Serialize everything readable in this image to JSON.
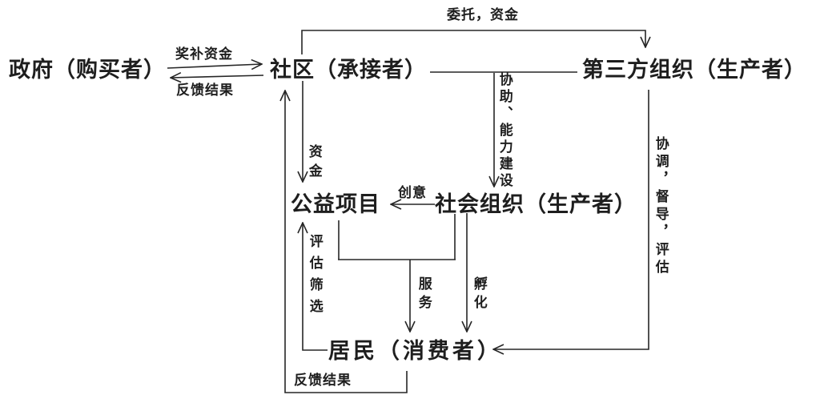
{
  "colors": {
    "background": "#ffffff",
    "ink": "#262626"
  },
  "nodes": {
    "government": {
      "label": "政府（购买者）"
    },
    "community": {
      "label": "社区（承接者）"
    },
    "third_party": {
      "label": "第三方组织（生产者）"
    },
    "welfare_project": {
      "label": "公益项目"
    },
    "social_org": {
      "label": "社会组织（生产者）"
    },
    "residents": {
      "label": "居民（消费者）"
    }
  },
  "edges": [
    {
      "id": "reward-funds",
      "from": "government",
      "to": "community",
      "label": "奖补资金",
      "style": "arrow"
    },
    {
      "id": "feedback-top",
      "from": "community",
      "to": "government",
      "label": "反馈结果",
      "style": "arrow"
    },
    {
      "id": "commission",
      "from": "community",
      "to": "third_party",
      "label": "委托，资金",
      "style": "arrow",
      "route": "over-top"
    },
    {
      "id": "link",
      "from": "community",
      "to": "third_party",
      "label": "",
      "style": "plain-line"
    },
    {
      "id": "assist",
      "from": "community-third-party-link",
      "to": "social_org",
      "label": "协助、能力建设",
      "style": "arrow"
    },
    {
      "id": "funds",
      "from": "community",
      "to": "welfare_project",
      "label": "资金",
      "style": "arrow"
    },
    {
      "id": "creative",
      "from": "social_org",
      "to": "welfare_project",
      "label": "创意",
      "style": "arrow"
    },
    {
      "id": "service",
      "from": "welfare_project+social_org",
      "to": "residents",
      "label": "服务",
      "style": "arrow",
      "route": "merged-bracket"
    },
    {
      "id": "incubation",
      "from": "social_org",
      "to": "residents",
      "label": "孵化",
      "style": "arrow"
    },
    {
      "id": "coordinate",
      "from": "third_party",
      "to": "residents",
      "label": "协调，督导，评估",
      "style": "arrow",
      "route": "right-side"
    },
    {
      "id": "evaluation",
      "from": "residents",
      "to": "welfare_project",
      "label": "评估筛选",
      "style": "arrow"
    },
    {
      "id": "feedback-bottom",
      "from": "residents",
      "to": "community",
      "label": "反馈结果",
      "style": "arrow",
      "route": "bottom-left"
    }
  ]
}
